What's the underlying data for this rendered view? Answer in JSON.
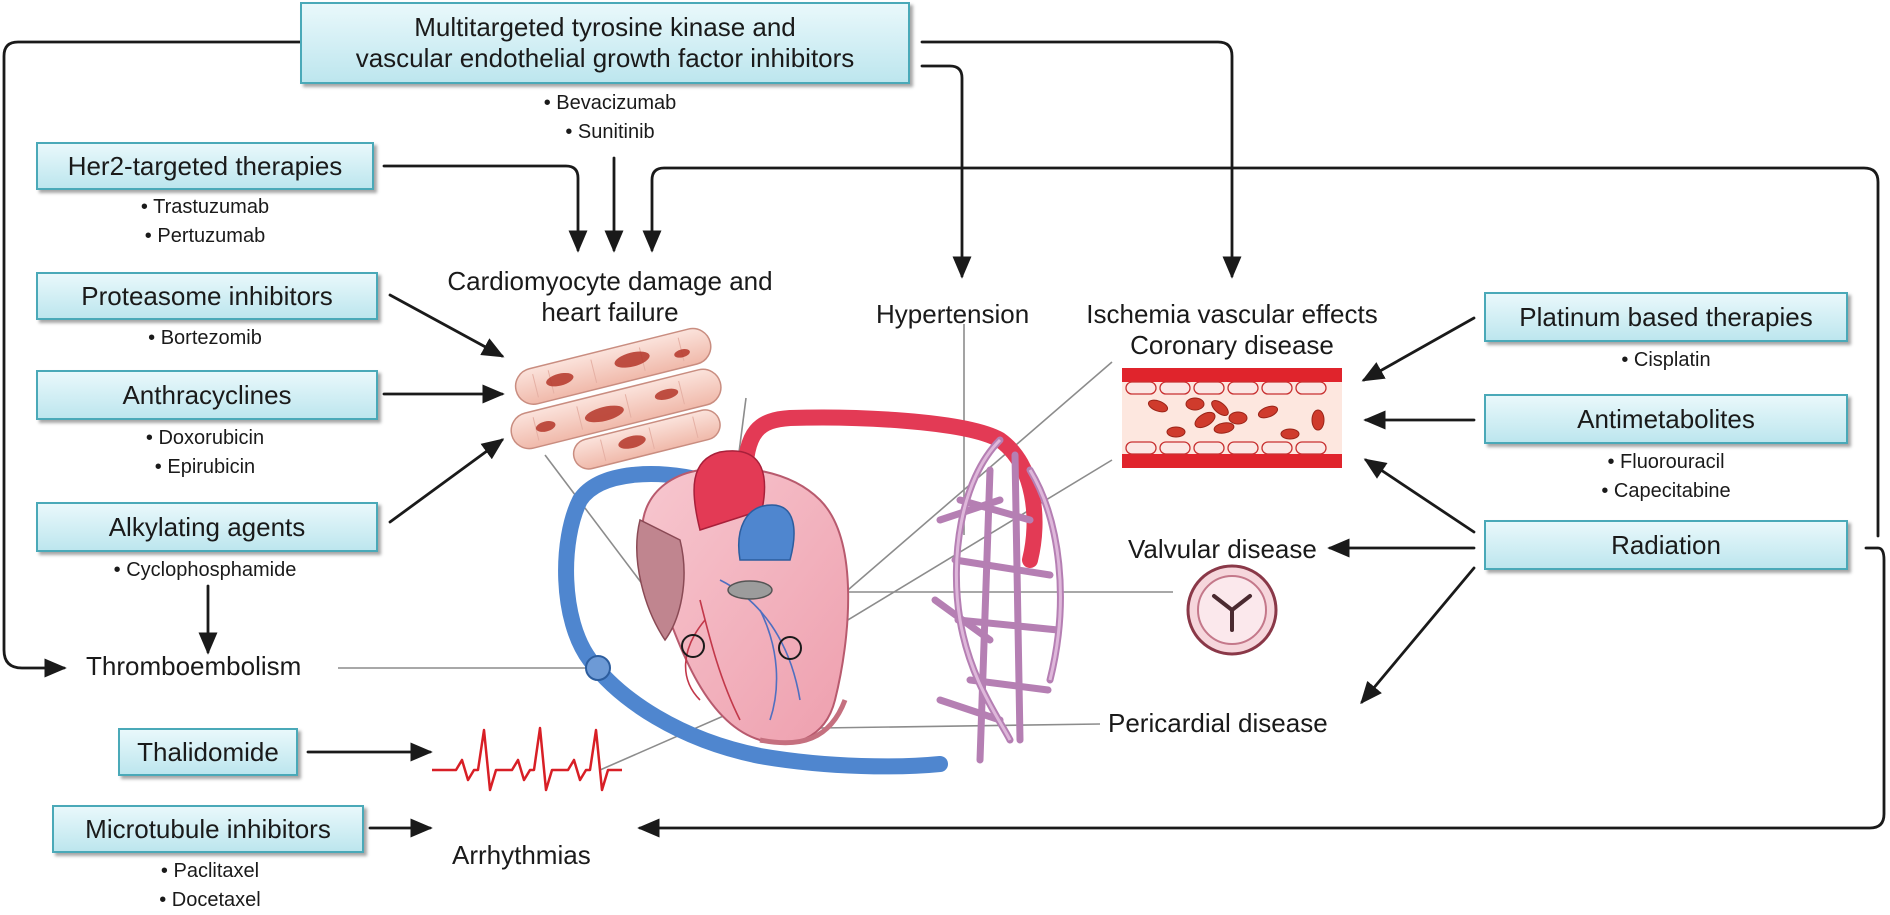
{
  "palette": {
    "box_border": "#4aa9b8",
    "box_fill_top": "#e9f8fb",
    "box_fill_bottom": "#bde6ee",
    "arrow": "#1a1a1a",
    "leader_line": "#8c8c8c",
    "artery_red": "#e33a55",
    "vein_blue": "#4f86cf",
    "myocardium_pink": "#f4b3bf",
    "ecg_red": "#d81f26",
    "blood_cell_red": "#cf3b2c"
  },
  "drug_classes": {
    "tki_vegf": {
      "line1": "Multitargeted tyrosine kinase and",
      "line2": "vascular endothelial growth factor inhibitors",
      "drugs": [
        "• Bevacizumab",
        "• Sunitinib"
      ]
    },
    "her2": {
      "label": "Her2-targeted therapies",
      "drugs": [
        "• Trastuzumab",
        "• Pertuzumab"
      ]
    },
    "proteasome": {
      "label": "Proteasome inhibitors",
      "drugs": [
        "• Bortezomib"
      ]
    },
    "anthracyclines": {
      "label": "Anthracyclines",
      "drugs": [
        "• Doxorubicin",
        "• Epirubicin"
      ]
    },
    "alkylating": {
      "label": "Alkylating agents",
      "drugs": [
        "• Cyclophosphamide"
      ]
    },
    "thalidomide": {
      "label": "Thalidomide",
      "drugs": []
    },
    "microtubule": {
      "label": "Microtubule inhibitors",
      "drugs": [
        "• Paclitaxel",
        "• Docetaxel"
      ]
    },
    "platinum": {
      "label": "Platinum based therapies",
      "drugs": [
        "• Cisplatin"
      ]
    },
    "antimetabolites": {
      "label": "Antimetabolites",
      "drugs": [
        "• Fluorouracil",
        "• Capecitabine"
      ]
    },
    "radiation": {
      "label": "Radiation",
      "drugs": []
    }
  },
  "outcomes": {
    "cardiomyocyte": {
      "line1": "Cardiomyocyte damage and",
      "line2": "heart failure"
    },
    "hypertension": "Hypertension",
    "ischemia": {
      "line1": "Ischemia vascular effects",
      "line2": "Coronary disease"
    },
    "valvular": "Valvular disease",
    "thromboembolism": "Thromboembolism",
    "pericardial": "Pericardial disease",
    "arrhythmias": "Arrhythmias"
  },
  "illustrations": [
    "cardiomyocyte-fibers",
    "blood-vessel-clot",
    "heart",
    "capillary-network",
    "heart-valve",
    "ecg-trace"
  ],
  "links": [
    {
      "from": "Multitargeted tyrosine kinase and vascular endothelial growth factor inhibitors",
      "to": [
        "Cardiomyocyte damage and heart failure",
        "Hypertension",
        "Ischemia vascular effects",
        "Thromboembolism"
      ]
    },
    {
      "from": "Her2-targeted therapies",
      "to": [
        "Cardiomyocyte damage and heart failure"
      ]
    },
    {
      "from": "Proteasome inhibitors",
      "to": [
        "Cardiomyocyte damage and heart failure"
      ]
    },
    {
      "from": "Anthracyclines",
      "to": [
        "Cardiomyocyte damage and heart failure"
      ]
    },
    {
      "from": "Alkylating agents",
      "to": [
        "Cardiomyocyte damage and heart failure",
        "Thromboembolism"
      ]
    },
    {
      "from": "Thalidomide",
      "to": [
        "Arrhythmias"
      ]
    },
    {
      "from": "Microtubule inhibitors",
      "to": [
        "Arrhythmias"
      ]
    },
    {
      "from": "Platinum based therapies",
      "to": [
        "Ischemia vascular effects"
      ]
    },
    {
      "from": "Antimetabolites",
      "to": [
        "Ischemia vascular effects"
      ]
    },
    {
      "from": "Radiation",
      "to": [
        "Ischemia vascular effects",
        "Valvular disease",
        "Pericardial disease",
        "Cardiomyocyte damage and heart failure",
        "Arrhythmias"
      ]
    }
  ]
}
